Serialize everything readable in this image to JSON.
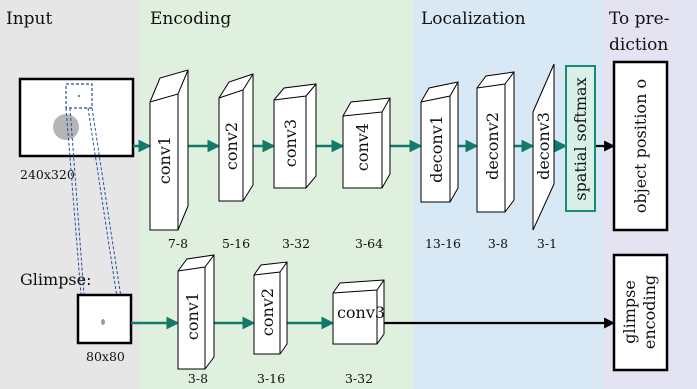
{
  "sections": {
    "input": {
      "title": "Input",
      "bg": "#e6e6e6",
      "color": "#7a7a7a"
    },
    "encoding": {
      "title": "Encoding",
      "bg": "#dff0df",
      "color": "#2e8b2e"
    },
    "localization": {
      "title": "Localization",
      "bg": "#d8e8f5",
      "color": "#3a86c8"
    },
    "prediction": {
      "title_line1": "To pre-",
      "title_line2": "diction",
      "bg": "#e3e3f2",
      "color": "#5a5aaa"
    }
  },
  "input_image": {
    "size_label": "240x320"
  },
  "glimpse": {
    "title": "Glimpse:",
    "size_label": "80x80"
  },
  "encoder_layers": [
    {
      "name": "conv1",
      "spec": "7-8"
    },
    {
      "name": "conv2",
      "spec": "5-16"
    },
    {
      "name": "conv3",
      "spec": "3-32"
    },
    {
      "name": "conv4",
      "spec": "3-64"
    }
  ],
  "localization_layers": [
    {
      "name": "deconv1",
      "spec": "13-16"
    },
    {
      "name": "deconv2",
      "spec": "3-8"
    },
    {
      "name": "deconv3",
      "spec": "3-1"
    }
  ],
  "softmax": {
    "label": "spatial softmax",
    "color": "#1a8a72"
  },
  "output": {
    "label": "object position o"
  },
  "glimpse_layers": [
    {
      "name": "conv1",
      "spec": "3-8"
    },
    {
      "name": "conv2",
      "spec": "3-16"
    },
    {
      "name": "conv3",
      "spec": "3-32"
    }
  ],
  "glimpse_output": {
    "line1": "glimpse",
    "line2": "encoding"
  },
  "arrow_color": "#137a6a"
}
